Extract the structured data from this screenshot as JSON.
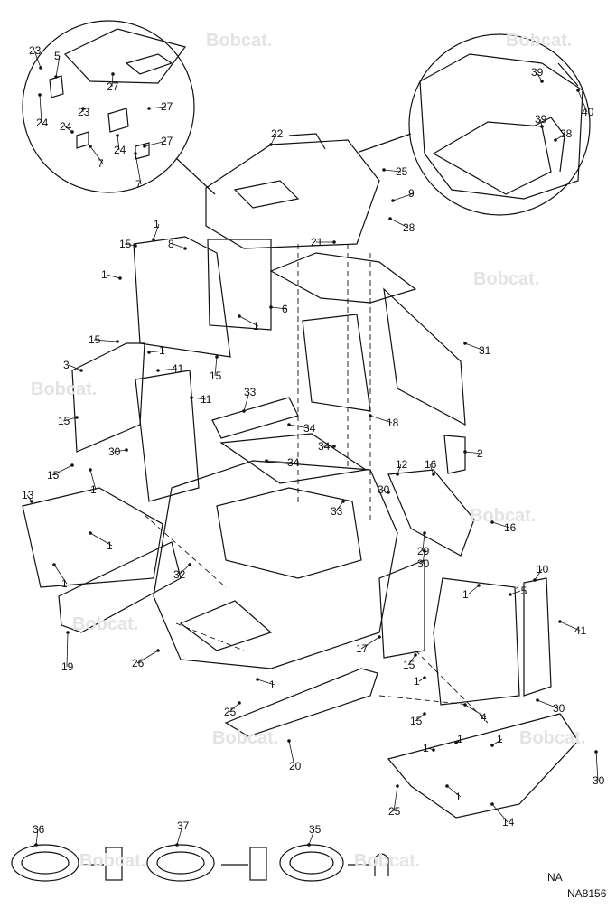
{
  "diagram": {
    "watermark_text": "Bobcat.",
    "callouts": [
      "1",
      "2",
      "3",
      "4",
      "5",
      "6",
      "7",
      "8",
      "9",
      "10",
      "11",
      "12",
      "13",
      "14",
      "15",
      "16",
      "17",
      "18",
      "19",
      "20",
      "21",
      "22",
      "23",
      "24",
      "25",
      "26",
      "27",
      "28",
      "29",
      "30",
      "31",
      "32",
      "33",
      "34",
      "35",
      "36",
      "37",
      "38",
      "39",
      "40",
      "41"
    ],
    "footer_partial": "NA",
    "footer_code": "NA8156"
  },
  "colors": {
    "line": "#111111",
    "watermark": "#e3e3e3",
    "background": "#ffffff"
  }
}
